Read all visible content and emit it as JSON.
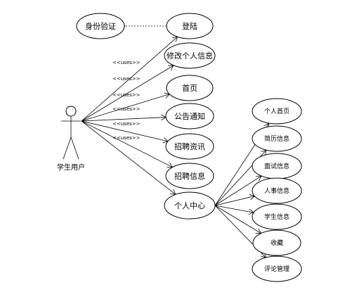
{
  "actor": {
    "label": "学生用户"
  },
  "auth": {
    "label": "身份验证"
  },
  "actor_use_cases": [
    {
      "id": "login",
      "label": "登陆",
      "stereotype": ""
    },
    {
      "id": "edit-info",
      "label": "修改个人信息",
      "stereotype": "<<uses>>"
    },
    {
      "id": "home",
      "label": "首页",
      "stereotype": "<<uses>>"
    },
    {
      "id": "notice",
      "label": "公告通知",
      "stereotype": "<<uses>>"
    },
    {
      "id": "recruit-news",
      "label": "招聘资讯",
      "stereotype": "<<uses>>"
    },
    {
      "id": "recruit-info",
      "label": "招聘信息",
      "stereotype": "<<uses>>"
    },
    {
      "id": "personal-center",
      "label": "个人中心",
      "stereotype": "<<uses>>"
    }
  ],
  "center_use_cases": [
    {
      "id": "my-home",
      "label": "个人首页"
    },
    {
      "id": "resume",
      "label": "简历信息"
    },
    {
      "id": "interview",
      "label": "面试信息"
    },
    {
      "id": "hr",
      "label": "人事信息"
    },
    {
      "id": "student",
      "label": "学生信息"
    },
    {
      "id": "favorites",
      "label": "收藏"
    },
    {
      "id": "comments",
      "label": "评论管理"
    }
  ]
}
